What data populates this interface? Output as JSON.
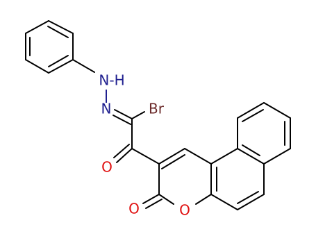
{
  "structure": {
    "atoms": {
      "nh": {
        "text": "N-H",
        "color": "#1f1f8f"
      },
      "n": {
        "text": "N",
        "color": "#1f1f8f"
      },
      "br": {
        "text": "Br",
        "color": "#6b2a2a"
      },
      "o_ketone": {
        "text": "O",
        "color": "#e01010"
      },
      "o_lactone_carbonyl": {
        "text": "O",
        "color": "#e01010"
      },
      "o_ring": {
        "text": "O",
        "color": "#e01010"
      }
    }
  }
}
